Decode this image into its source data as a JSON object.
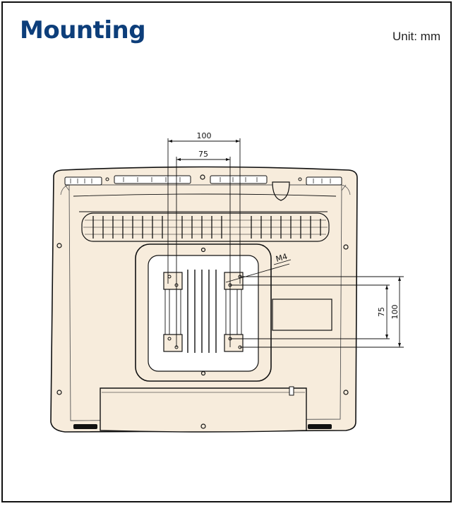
{
  "header": {
    "title": "Mounting",
    "unit": "Unit: mm"
  },
  "drawing": {
    "dimensions": {
      "top_outer": "100",
      "top_inner": "75",
      "right_inner": "75",
      "right_outer": "100",
      "screw": "M4"
    },
    "colors": {
      "body_fill": "#f7ecdc",
      "line": "#111111",
      "title": "#0d3e7a"
    }
  }
}
